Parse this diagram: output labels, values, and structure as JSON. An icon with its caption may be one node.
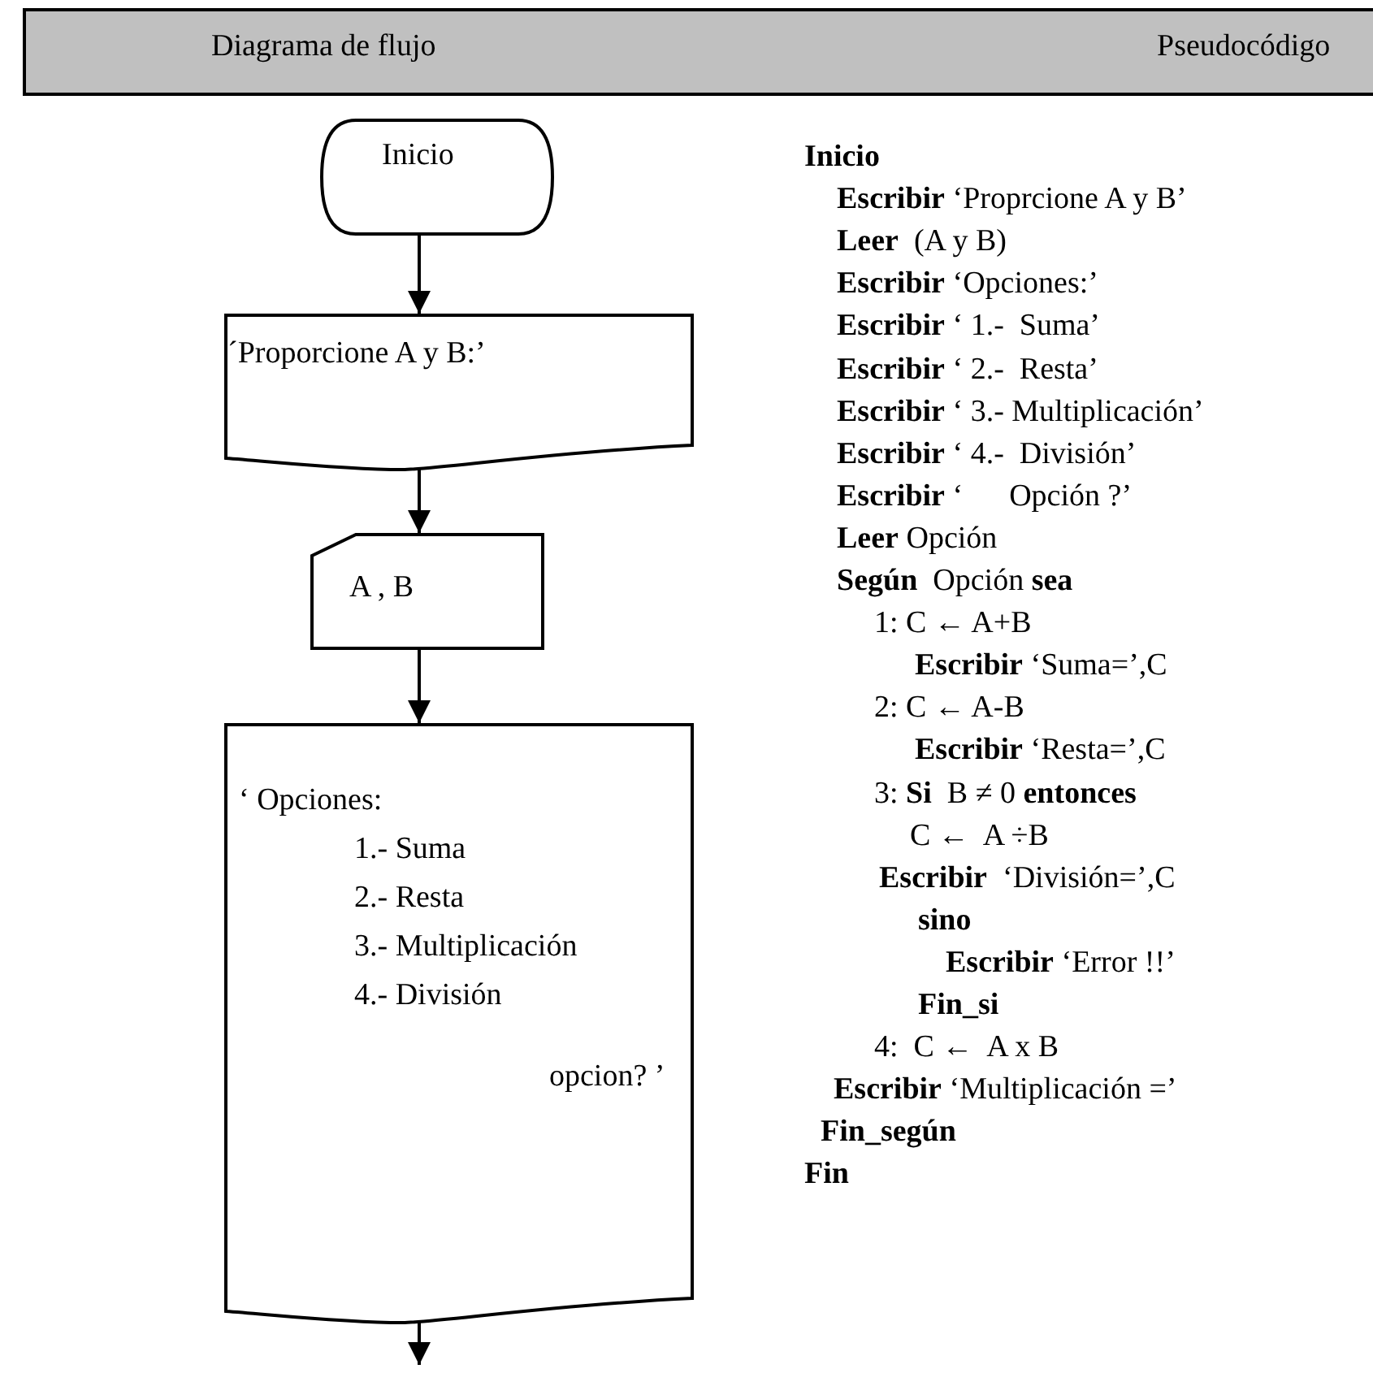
{
  "diagram": {
    "nodes": [
      {
        "text": [
          "Inicio"
        ]
      },
      {
        "text": [
          "´Proporcione A y B:’"
        ]
      },
      {
        "text": [
          "A , B"
        ]
      },
      {
        "text": [
          "‘ Opciones:",
          "1.- Suma",
          "2.- Resta",
          "3.- Multiplicación",
          "4.- División",
          "opcion? ’"
        ]
      }
    ],
    "edges": [
      {
        "from": 0,
        "to": 1,
        "arrow": "to"
      },
      {
        "from": 1,
        "to": 2,
        "arrow": "to"
      },
      {
        "from": 2,
        "to": 3,
        "arrow": "to"
      },
      {
        "from": 3,
        "to": null,
        "arrow": "to"
      }
    ],
    "labels": [
      "Diagrama de flujo",
      "Pseudocódigo",
      "**Inicio**",
      "**Escribir** ‘Proprcione A y B’",
      "**Leer**  (A y B)",
      "**Escribir** ‘Opciones:’",
      "**Escribir** ‘ 1.-  Suma’",
      "**Escribir** ‘ 2.-  Resta’",
      "**Escribir** ‘ 3.- Multiplicación’",
      "**Escribir** ‘ 4.-  División’",
      "**Escribir** ‘      Opción ?’",
      "**Leer** Opción",
      "**Según**  Opción **sea**",
      "1: C ← A+B",
      "**Escribir** ‘Suma=’,C",
      "2: C ← A-B",
      "**Escribir** ‘Resta=’,C",
      "3: **Si**  B ≠ 0 **entonces**",
      "C ←  A ÷B",
      "**Escribir**  ‘División=’,C",
      "**sino**",
      "**Escribir** ‘Error !!’",
      "**Fin_si**",
      "4:  C ←  A x B",
      "**Escribir** ‘Multiplicación =’",
      "**Fin_según**",
      "**Fin**"
    ]
  }
}
